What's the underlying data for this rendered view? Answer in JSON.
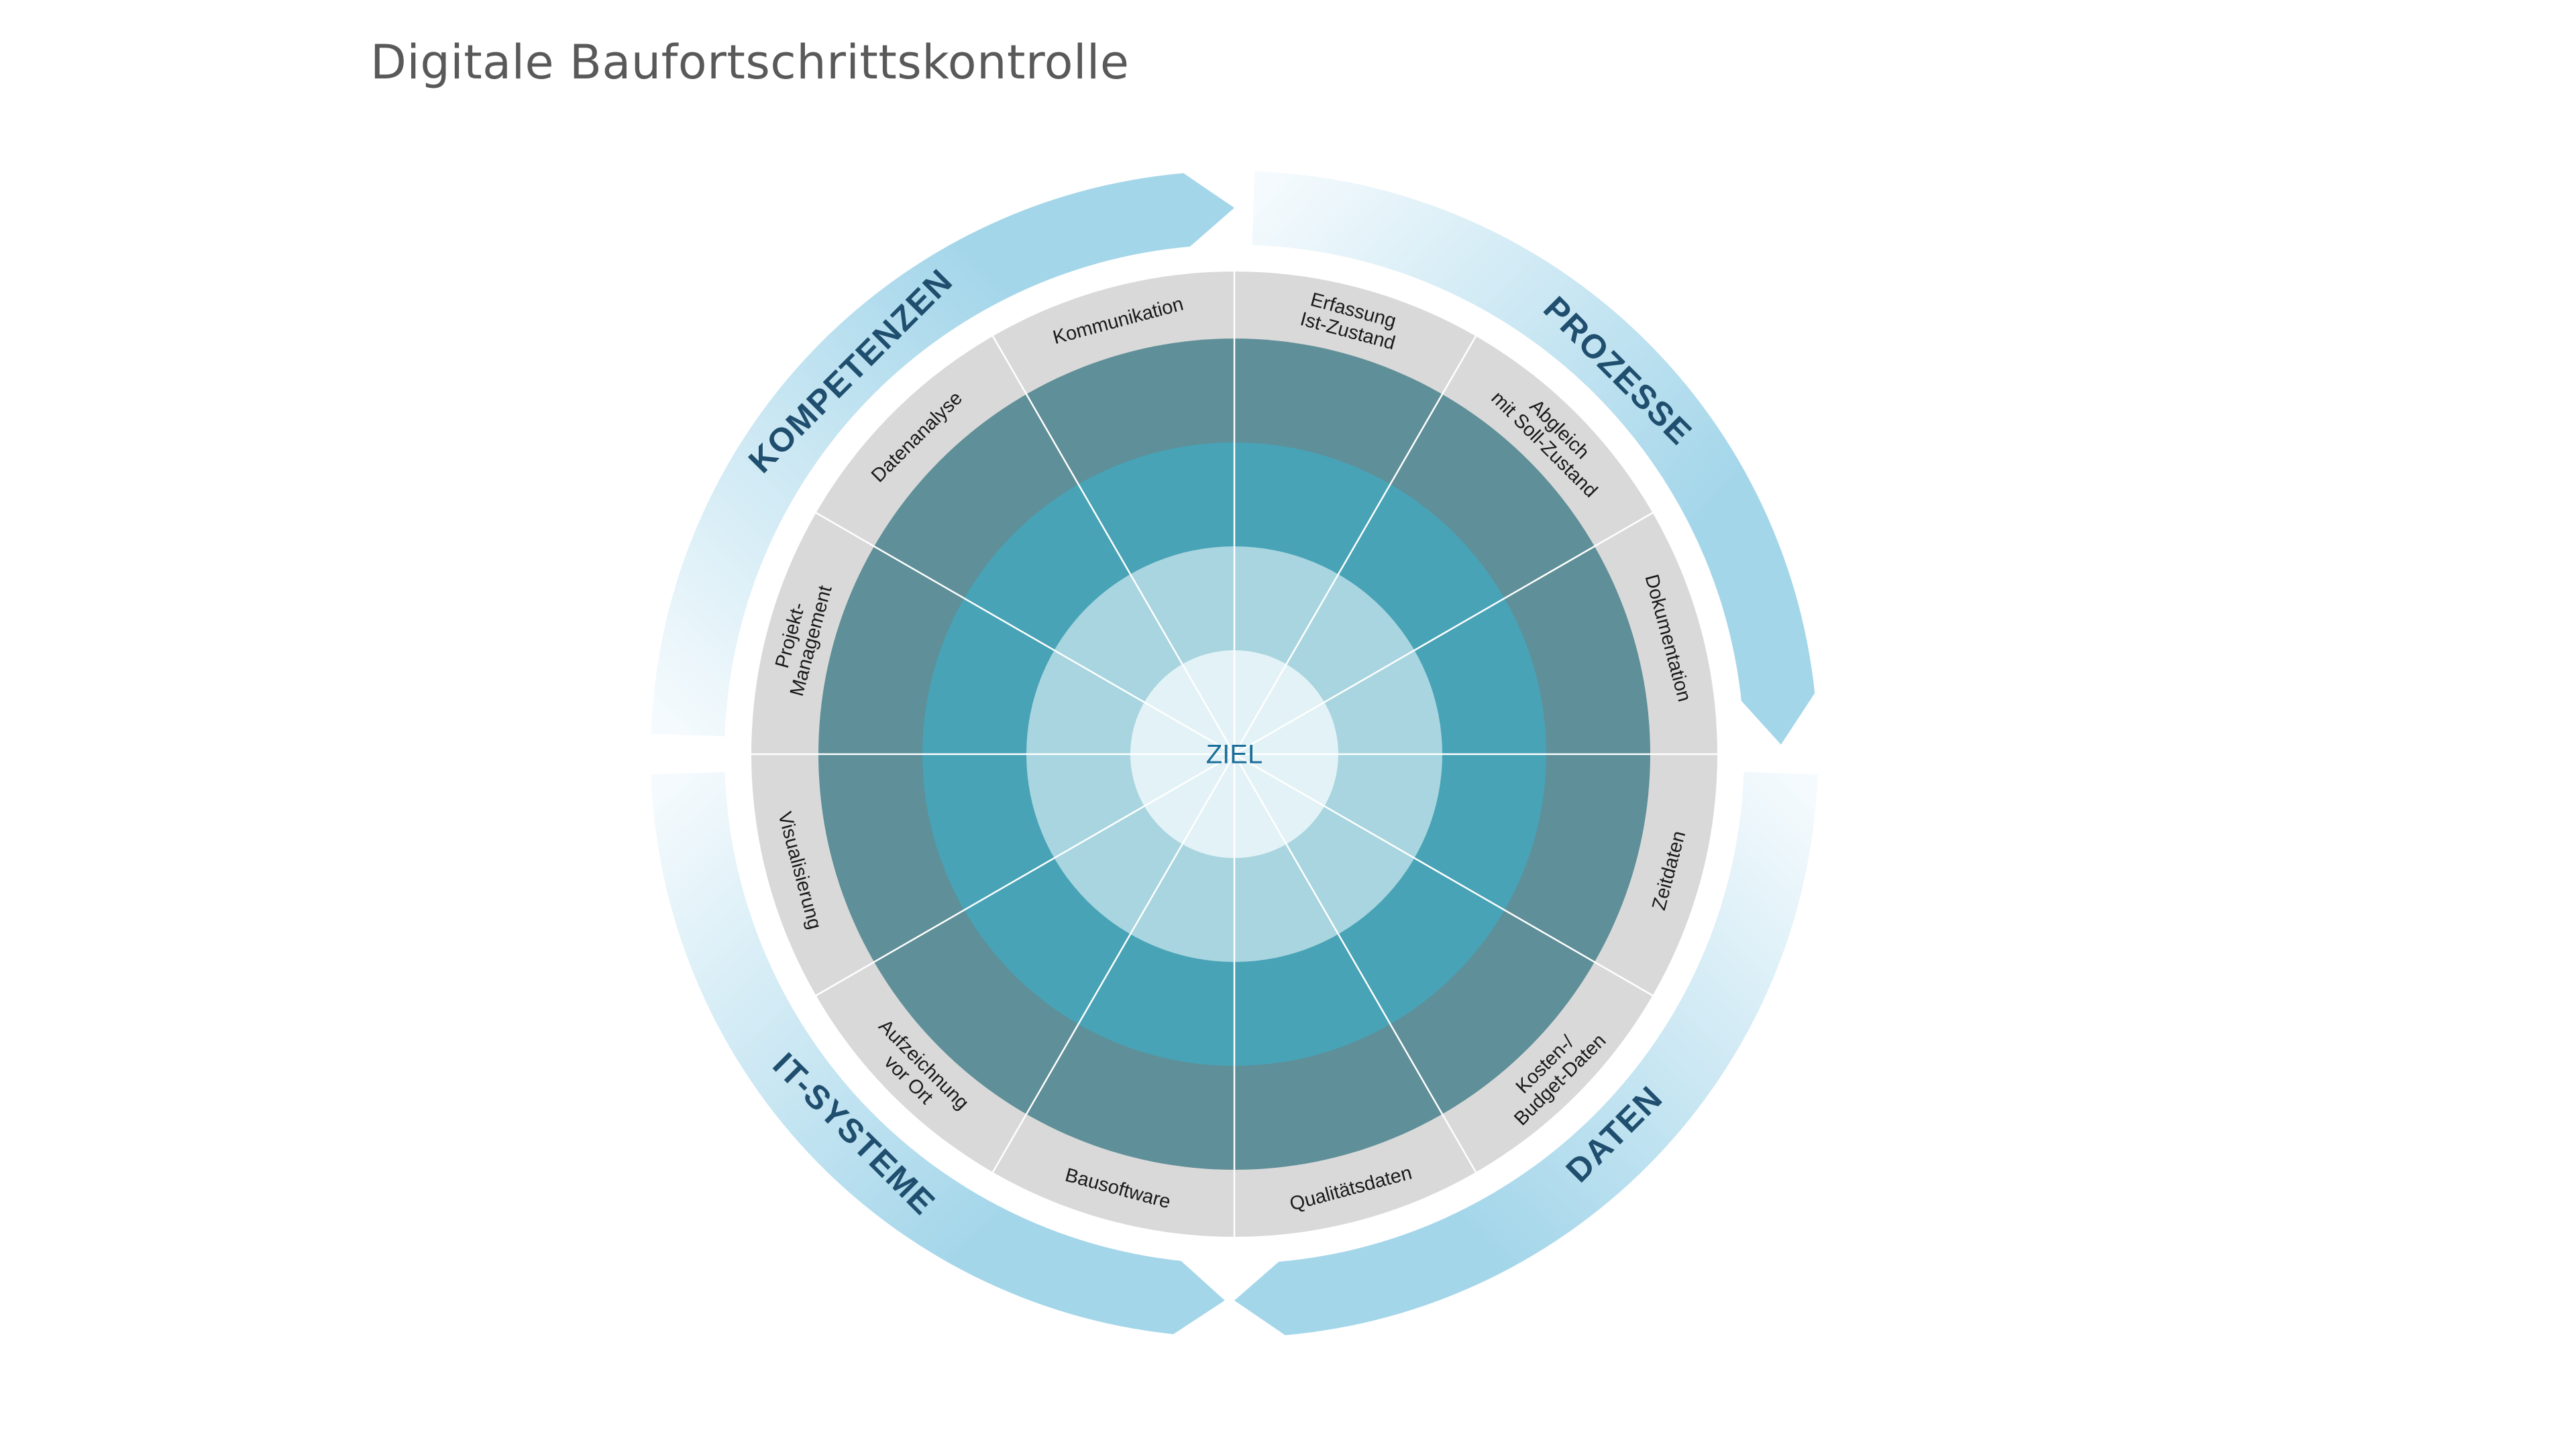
{
  "title": "Digitale Baufortschrittskontrolle",
  "center": "ZIEL",
  "colors": {
    "outer_ring": "#d9d9d9",
    "ring_dark": "#5f8f98",
    "ring_mid": "#48a3b6",
    "ring_light": "#a8d5df",
    "center": "#e3f2f6",
    "arc_strong": "#a4d6ea",
    "arc_fade": "#f4fafd",
    "arc_text": "#1f4e6e",
    "center_text": "#1a6f9a"
  },
  "categories": [
    {
      "label": "PROZESSE"
    },
    {
      "label": "DATEN"
    },
    {
      "label": "IT-SYSTEME"
    },
    {
      "label": "KOMPETENZEN"
    }
  ],
  "segments": [
    {
      "lines": [
        "Erfassung",
        "Ist-Zustand"
      ]
    },
    {
      "lines": [
        "Abgleich",
        "mit Soll-Zustand"
      ]
    },
    {
      "lines": [
        "Dokumentation"
      ]
    },
    {
      "lines": [
        "Zeitdaten"
      ]
    },
    {
      "lines": [
        "Kosten-/",
        "Budget-Daten"
      ]
    },
    {
      "lines": [
        "Qualitätsdaten"
      ]
    },
    {
      "lines": [
        "Bausoftware"
      ]
    },
    {
      "lines": [
        "Aufzeichnung",
        "vor Ort"
      ]
    },
    {
      "lines": [
        "Visualisierung"
      ]
    },
    {
      "lines": [
        "Projekt-",
        "Management"
      ]
    },
    {
      "lines": [
        "Datenanalyse"
      ]
    },
    {
      "lines": [
        "Kommunikation"
      ]
    }
  ]
}
